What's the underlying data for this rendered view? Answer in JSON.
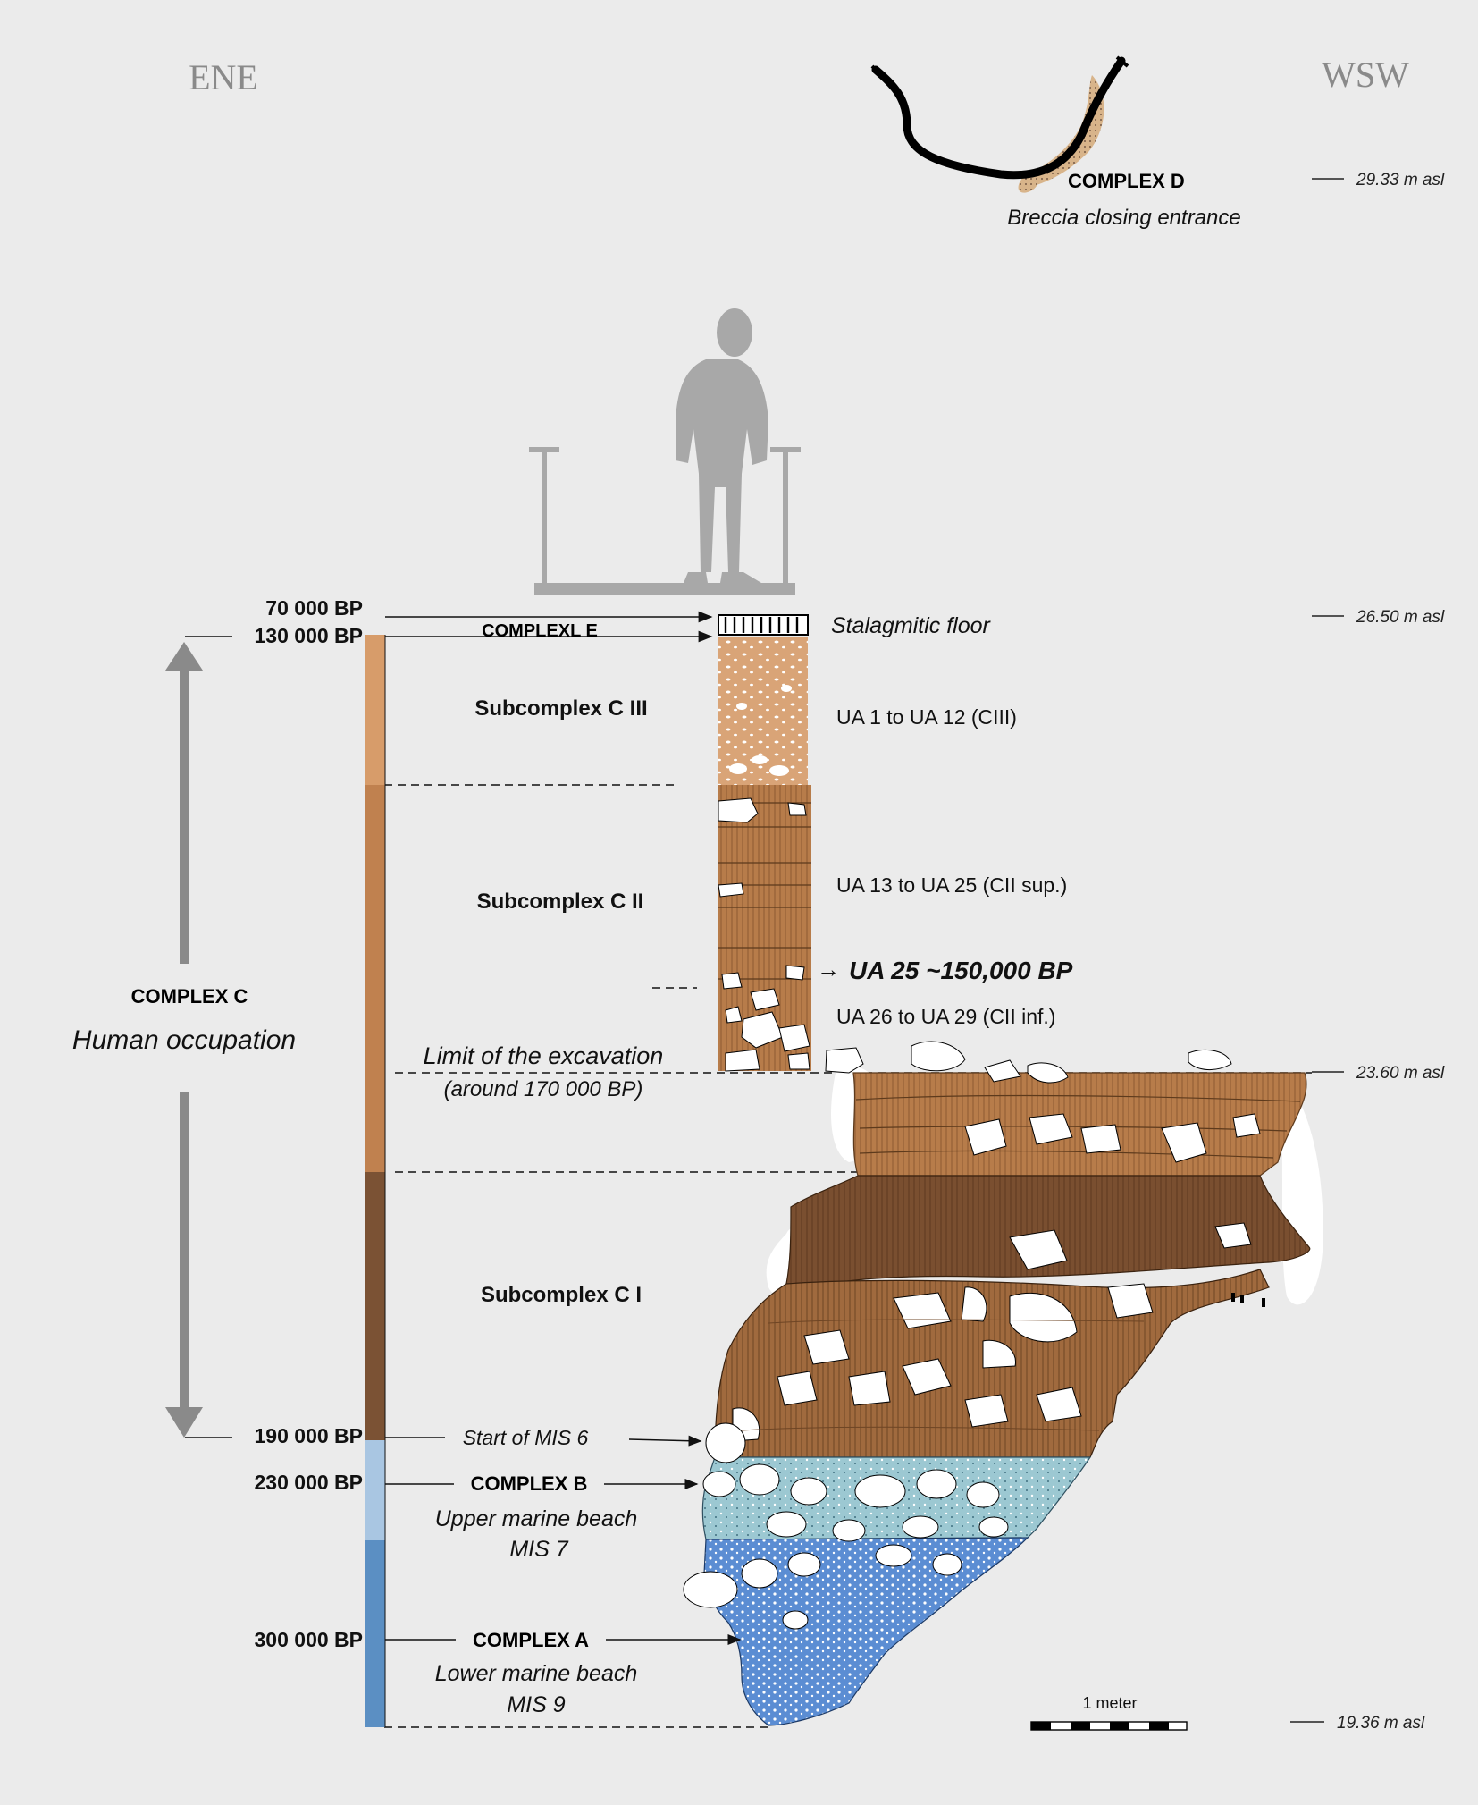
{
  "orientation": {
    "left": "ENE",
    "right": "WSW"
  },
  "elevations": [
    "29.33 m asl",
    "26.50 m asl",
    "23.60 m asl",
    "19.36 m asl"
  ],
  "dates": [
    "70 000 BP",
    "130 000 BP",
    "190 000 BP",
    "230 000 BP",
    "300 000 BP"
  ],
  "complexes": {
    "d": {
      "title": "COMPLEX  D",
      "subtitle": "Breccia closing entrance"
    },
    "e": {
      "title": "COMPLEXL  E"
    },
    "c": {
      "title": "COMPLEX  C",
      "subtitle": "Human occupation"
    },
    "b": {
      "title": "COMPLEX  B",
      "subtitle_1": "Upper marine beach",
      "subtitle_2": "MIS 7"
    },
    "a": {
      "title": "COMPLEX  A",
      "subtitle_1": "Lower marine beach",
      "subtitle_2": "MIS 9"
    }
  },
  "subcomplexes": {
    "c3": "Subcomplex C III",
    "c2": "Subcomplex C II",
    "c1": "Subcomplex C I"
  },
  "units": {
    "stalagmitic_floor": "Stalagmitic floor",
    "ua_c3": "UA 1 to UA 12 (CIII)",
    "ua_c2_sup": "UA 13 to UA 25 (CII sup.)",
    "ua_25": "UA 25 ~150,000 BP",
    "ua_c2_inf": "UA 26 to UA 29 (CII inf.)"
  },
  "annotations": {
    "limit_1": "Limit of the excavation",
    "limit_2": "(around 170 000 BP)",
    "start_mis6": "Start of MIS 6"
  },
  "scale": {
    "label": "1 meter"
  },
  "colors": {
    "background": "#ebebeb",
    "c3": "#d79c6a",
    "c2": "#c0814f",
    "c1": "#7b5234",
    "b": "#a9c6e2",
    "a": "#5b8fc3",
    "section_c3": "#d9a477",
    "section_c2": "#b77c4a",
    "section_c1": "#7a4f30",
    "section_b": "#9cc8d2",
    "section_a": "#5b8dd3",
    "silhouette": "#a8a8a8"
  }
}
